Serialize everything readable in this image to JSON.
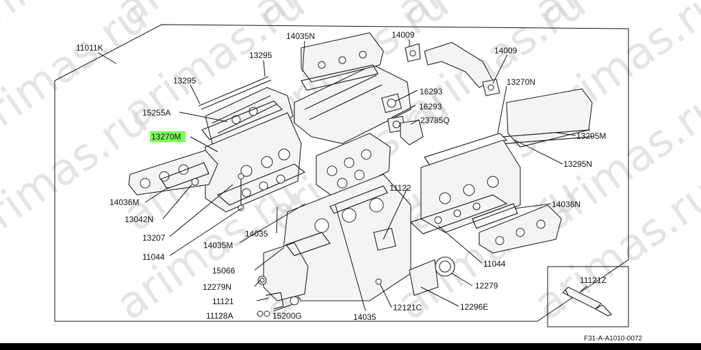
{
  "watermark": "arimas.ru",
  "highlight_color": "#7CFC5A",
  "kit_label": "11011K",
  "labels": {
    "l14035N": "14035N",
    "l14009a": "14009",
    "l14009b": "14009",
    "l13295a": "13295",
    "l13295b": "13295",
    "l13270N": "13270N",
    "l16293a": "16293",
    "l16293b": "16293",
    "l15255A": "15255A",
    "l13270M": "13270M",
    "l23785Q": "23785Q",
    "l13295M": "13295M",
    "l13295N": "13295N",
    "l14036M": "14036M",
    "l13042N": "13042N",
    "l11122": "11122",
    "l14036N": "14036N",
    "l13207": "13207",
    "l14035M": "14035M",
    "l14035a": "14035",
    "l11044a": "11044",
    "l11044b": "11044",
    "l15066": "15066",
    "l12279N": "12279N",
    "l12279": "12279",
    "l11121": "11121",
    "l11128A": "11128A",
    "l15200G": "15200G",
    "l14035b": "14035",
    "l12121C": "12121C",
    "l12296E": "12296E",
    "l11121Z": "11121Z"
  },
  "figure_code": "F31-A-A1010-0072"
}
